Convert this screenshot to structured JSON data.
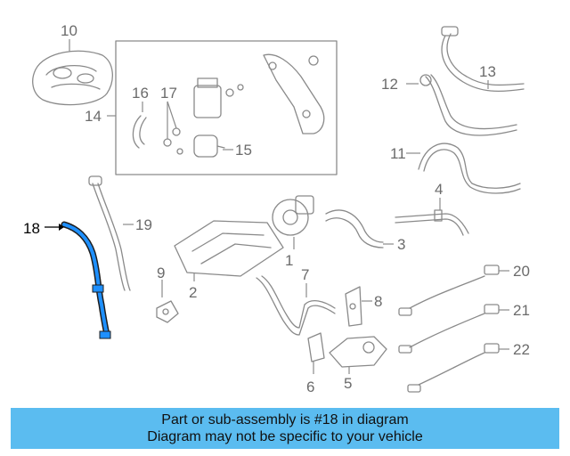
{
  "callouts": [
    "1",
    "2",
    "3",
    "4",
    "5",
    "6",
    "7",
    "8",
    "9",
    "10",
    "11",
    "12",
    "13",
    "14",
    "15",
    "16",
    "17",
    "18",
    "19",
    "20",
    "21",
    "22"
  ],
  "banner": {
    "line1": "Part or sub-assembly is #18 in diagram",
    "line2": "Diagram may not be specific to your vehicle"
  },
  "highlight": {
    "part_number": "18",
    "color": "#1e90ff"
  },
  "colors": {
    "outline": "#8a8a8a",
    "banner_bg": "#5bbcf0"
  }
}
